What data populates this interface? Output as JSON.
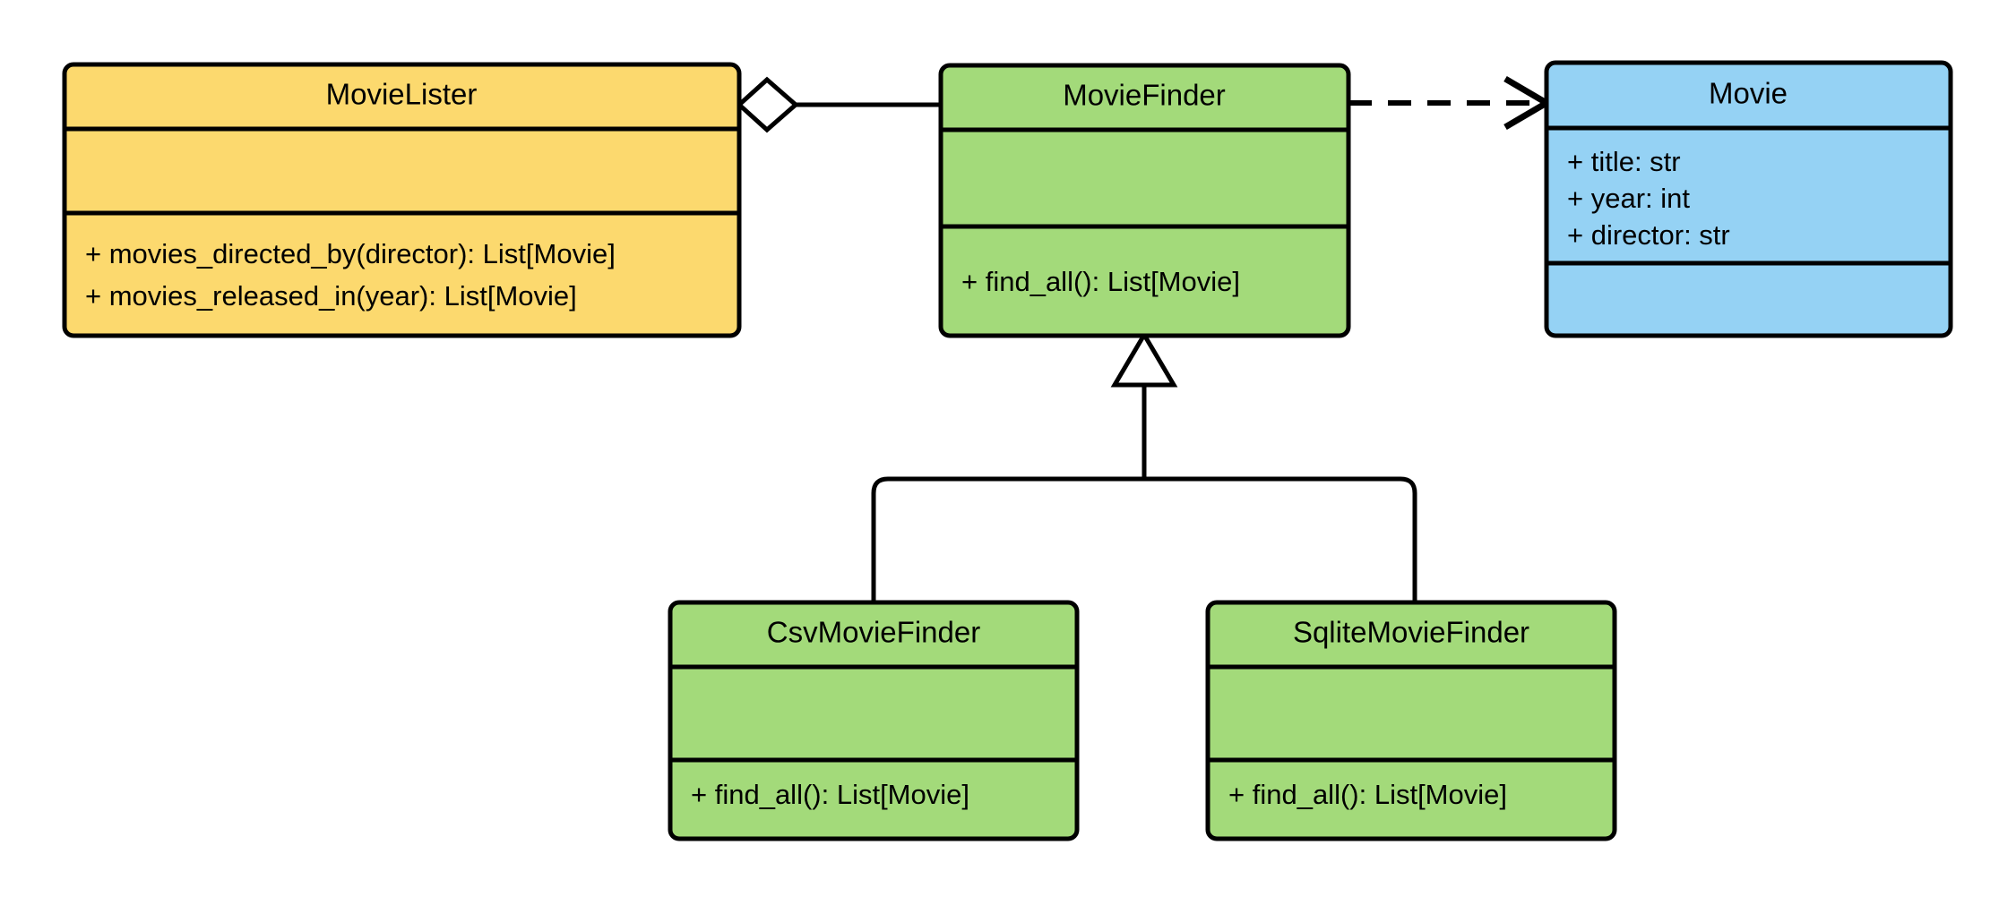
{
  "diagram": {
    "type": "uml-class-diagram",
    "title": "MovieLister dependency inversion class diagram",
    "background_color": "#ffffff",
    "stroke_color": "#000000"
  },
  "palette": {
    "yellow": "#FCD96E",
    "green": "#A3DA7A",
    "blue": "#95D2F4",
    "white": "#ffffff",
    "black": "#000000"
  },
  "classes": [
    {
      "id": "movie-lister",
      "name": "MovieLister",
      "fill": "#FCD96E",
      "attributes": [],
      "methods": [
        "+ movies_directed_by(director): List[Movie]",
        "+ movies_released_in(year): List[Movie]"
      ]
    },
    {
      "id": "movie-finder",
      "name": "MovieFinder",
      "fill": "#A3DA7A",
      "attributes": [],
      "methods": [
        "+ find_all(): List[Movie]"
      ]
    },
    {
      "id": "movie",
      "name": "Movie",
      "fill": "#95D2F4",
      "attributes": [
        "+ title: str",
        "+ year: int",
        "+ director: str"
      ],
      "methods": []
    },
    {
      "id": "csv-movie-finder",
      "name": "CsvMovieFinder",
      "fill": "#A3DA7A",
      "attributes": [],
      "methods": [
        "+ find_all(): List[Movie]"
      ]
    },
    {
      "id": "sqlite-movie-finder",
      "name": "SqliteMovieFinder",
      "fill": "#A3DA7A",
      "attributes": [],
      "methods": [
        "+ find_all(): List[Movie]"
      ]
    }
  ],
  "relationships": [
    {
      "id": "lister-aggregates-finder",
      "kind": "aggregation",
      "marker": "hollow-diamond",
      "line": "solid",
      "from": "MovieLister",
      "to": "MovieFinder"
    },
    {
      "id": "finder-depends-movie",
      "kind": "dependency",
      "marker": "open-arrow",
      "line": "dashed",
      "from": "MovieFinder",
      "to": "Movie"
    },
    {
      "id": "csv-inherits-finder",
      "kind": "generalization",
      "marker": "hollow-triangle",
      "line": "solid",
      "from": "CsvMovieFinder",
      "to": "MovieFinder"
    },
    {
      "id": "sqlite-inherits-finder",
      "kind": "generalization",
      "marker": "hollow-triangle",
      "line": "solid",
      "from": "SqliteMovieFinder",
      "to": "MovieFinder"
    }
  ]
}
